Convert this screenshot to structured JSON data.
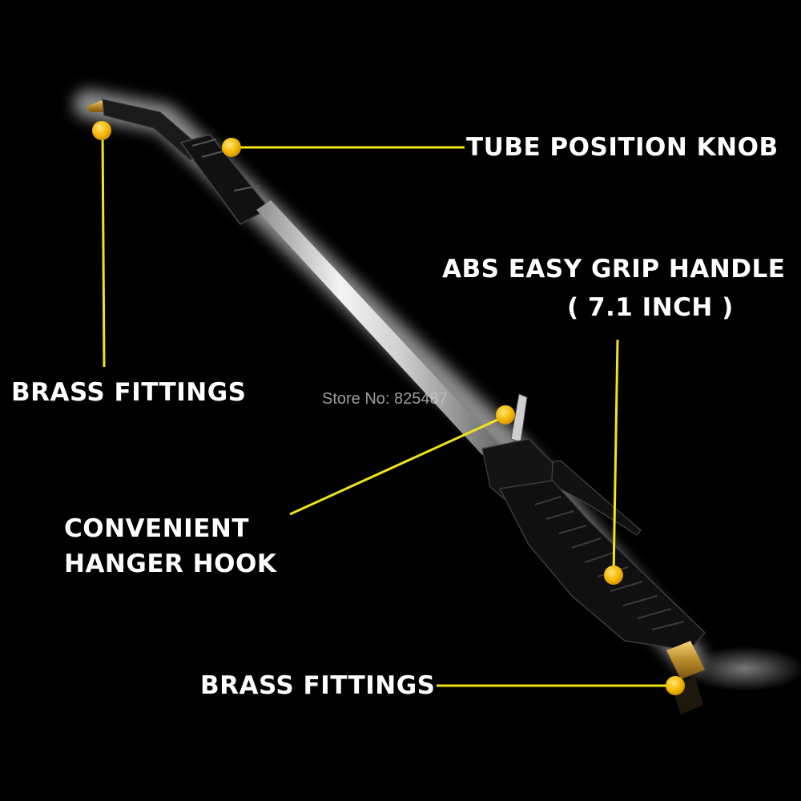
{
  "labels": {
    "tube_position_knob": "TUBE POSITION KNOB",
    "abs_grip_line1": "ABS EASY GRIP HANDLE",
    "abs_grip_line2": "( 7.1 INCH )",
    "brass_fittings_top": "BRASS FITTINGS",
    "hanger_line1": "CONVENIENT",
    "hanger_line2": "HANGER HOOK",
    "brass_fittings_bottom": "BRASS FITTINGS"
  },
  "watermark": "Store No: 825487",
  "colors": {
    "background": "#000000",
    "callout_line": "#f2e41a",
    "callout_dot": "#f5b800",
    "label_text": "#ffffff"
  }
}
